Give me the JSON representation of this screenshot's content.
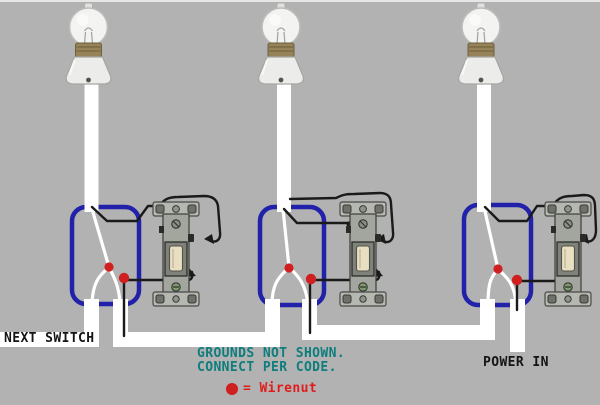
{
  "diagram": {
    "description": "Three-switch / three-light wiring diagram",
    "labels": {
      "next_switch": "NEXT SWITCH",
      "power_in": "POWER IN",
      "grounds_line1": "GROUNDS NOT SHOWN.",
      "grounds_line2": "CONNECT PER CODE.",
      "wirenut_legend": "= Wirenut"
    },
    "colors": {
      "background": "#b2b2b2",
      "box_outline": "#2121aa",
      "wirenut_dot": "#cf1f1f",
      "notes_text": "#0e7d7d",
      "legend_text": "#e01c1c",
      "label_text": "#141414",
      "wire_white": "#ffffff",
      "wire_black": "#1a1a1a",
      "toggle_ivory": "#e8dfc2",
      "strap_metal": "#a2a69e"
    },
    "components": {
      "light_fixtures": 3,
      "switch_boxes": 3,
      "toggle_switches": 3,
      "wirenuts_per_box": 2
    }
  }
}
